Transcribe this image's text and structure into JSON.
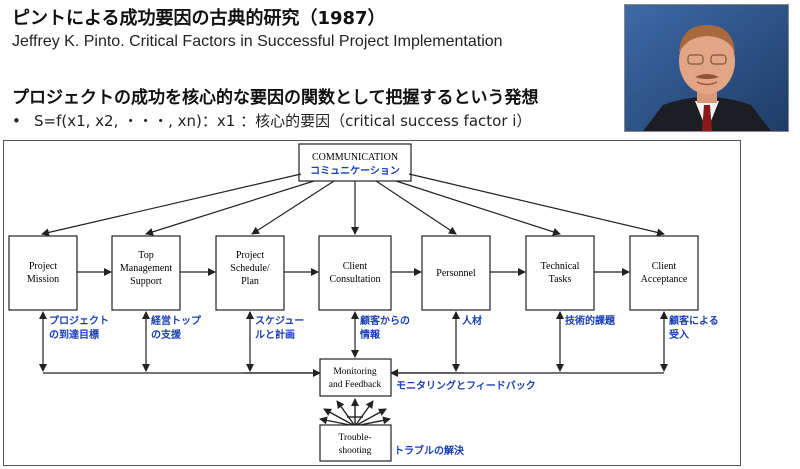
{
  "slide": {
    "title": "ピントによる成功要因の古典的研究（1987）",
    "subtitle": "Jeffrey K. Pinto. Critical Factors in Successful Project Implementation",
    "heading": "プロジェクトの成功を核心的な要因の関数として把握するという発想",
    "bullet": "S=f(x1, x2, ・・・, xn)：x1 ：核心的要因（critical success factor i）"
  },
  "diagram": {
    "communication": {
      "en": "COMMUNICATION",
      "jp": "コミュニケーション"
    },
    "factors": [
      {
        "en1": "Project",
        "en2": "Mission",
        "en3": "",
        "jp1": "プロジェクト",
        "jp2": "の到達目標"
      },
      {
        "en1": "Top",
        "en2": "Management",
        "en3": "Support",
        "jp1": "経営トップ",
        "jp2": "の支援"
      },
      {
        "en1": "Project",
        "en2": "Schedule/",
        "en3": "Plan",
        "jp1": "スケジュー",
        "jp2": "ルと計画"
      },
      {
        "en1": "Client",
        "en2": "Consultation",
        "en3": "",
        "jp1": "顧客からの",
        "jp2": "情報"
      },
      {
        "en1": "Personnel",
        "en2": "",
        "en3": "",
        "jp1": "人材",
        "jp2": ""
      },
      {
        "en1": "Technical",
        "en2": "Tasks",
        "en3": "",
        "jp1": "技術的課題",
        "jp2": ""
      },
      {
        "en1": "Client",
        "en2": "Acceptance",
        "en3": "",
        "jp1": "顧客による",
        "jp2": "受入"
      }
    ],
    "monitoring": {
      "en1": "Monitoring",
      "en2": "and Feedback",
      "jp": "モニタリングとフィードバック"
    },
    "troubleshooting": {
      "en1": "Trouble-",
      "en2": "shooting",
      "jp": "トラブルの解決"
    }
  },
  "colors": {
    "jp_annotation": "#1a3fb5",
    "box_stroke": "#222222"
  }
}
